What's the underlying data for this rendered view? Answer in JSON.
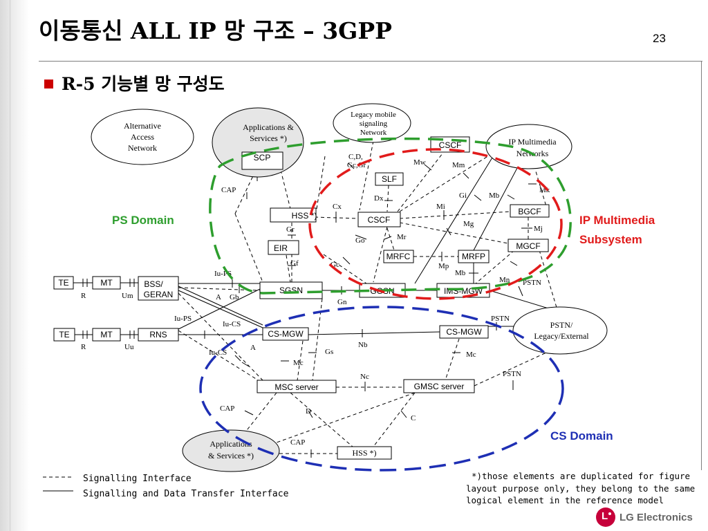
{
  "slide": {
    "title": "이동통신 ALL IP 망 구조 – 3GPP",
    "page_number": "23",
    "bullet": "R-5 기능별 망 구성도"
  },
  "domains": {
    "ps": "PS Domain",
    "cs": "CS Domain",
    "ims_line1": "IP Multimedia",
    "ims_line2": "Subsystem"
  },
  "colors": {
    "ps_domain": "#2e9e2e",
    "cs_domain": "#1e2fb4",
    "ims": "#e11b1b",
    "bullet": "#cc0000",
    "logo": "#c6003a"
  },
  "ellipses": {
    "alt_access": [
      "Alternative",
      "Access",
      "Network"
    ],
    "apps_top": [
      "Applications &",
      "Services *)"
    ],
    "legacy": [
      "Legacy mobile",
      "signaling",
      "Network"
    ],
    "ip_mm": [
      "IP Multimedia",
      "Networks"
    ],
    "pstn_ext": [
      "PSTN/",
      "Legacy/External"
    ],
    "apps_bottom": [
      "Applications",
      "& Services *)"
    ]
  },
  "boxes": {
    "scp": "SCP",
    "cscf_top": "CSCF",
    "slf": "SLF",
    "hss_top": "HSS *)",
    "cscf_mid": "CSCF",
    "bgcf": "BGCF",
    "eir": "EIR",
    "mrfc": "MRFC",
    "mrfp": "MRFP",
    "mgcf": "MGCF",
    "te1": "TE",
    "mt1": "MT",
    "bss_l1": "BSS/",
    "bss_l2": "GERAN",
    "sgsn": "SGSN",
    "ggsn": "GGSN",
    "ims_mgw": "IMS-MGW",
    "te2": "TE",
    "mt2": "MT",
    "rns": "RNS",
    "cs_mgw_left": "CS-MGW",
    "cs_mgw_right": "CS-MGW",
    "msc": "MSC server",
    "gmsc": "GMSC server",
    "hss_bottom": "HSS *)"
  },
  "interfaces": {
    "cd_gcgr_l1": "C,D,",
    "cd_gcgr_l2": "Gc,Gr",
    "mw": "Mw",
    "mm": "Mm",
    "mk": "Mk",
    "cap_top": "CAP",
    "dx": "Dx",
    "gi": "Gi",
    "mb_top": "Mb",
    "cx": "Cx",
    "mi": "Mi",
    "gr": "Gr",
    "mg": "Mg",
    "mj": "Mj",
    "go": "Go",
    "mr": "Mr",
    "gf": "Gf",
    "gc": "Gc",
    "mp": "Mp",
    "mb_mid": "Mb",
    "iu_ps_top": "Iu-PS",
    "mn": "Mn",
    "pstn_1": "PSTN",
    "r1": "R",
    "um": "Um",
    "a1": "A",
    "gb": "Gb",
    "gn": "Gn",
    "iu_ps_mid": "Iu-PS",
    "iu_cs_1": "Iu-CS",
    "pstn_2": "PSTN",
    "r2": "R",
    "uu": "Uu",
    "a2": "A",
    "iu_cs_2": "Iu-CS",
    "gs": "Gs",
    "nb": "Nb",
    "mc1": "Mc",
    "mc2": "Mc",
    "nc": "Nc",
    "pstn_3": "PSTN",
    "cap_mid": "CAP",
    "d": "D",
    "c": "C",
    "cap_bottom": "CAP"
  },
  "legend": {
    "dashed": "Signalling Interface",
    "solid": "Signalling and Data Transfer Interface"
  },
  "footnote": [
    "*)those elements are duplicated for figure",
    "layout purpose only, they belong to the same",
    "logical element in the reference model"
  ],
  "logo": {
    "text": "LG Electronics"
  }
}
